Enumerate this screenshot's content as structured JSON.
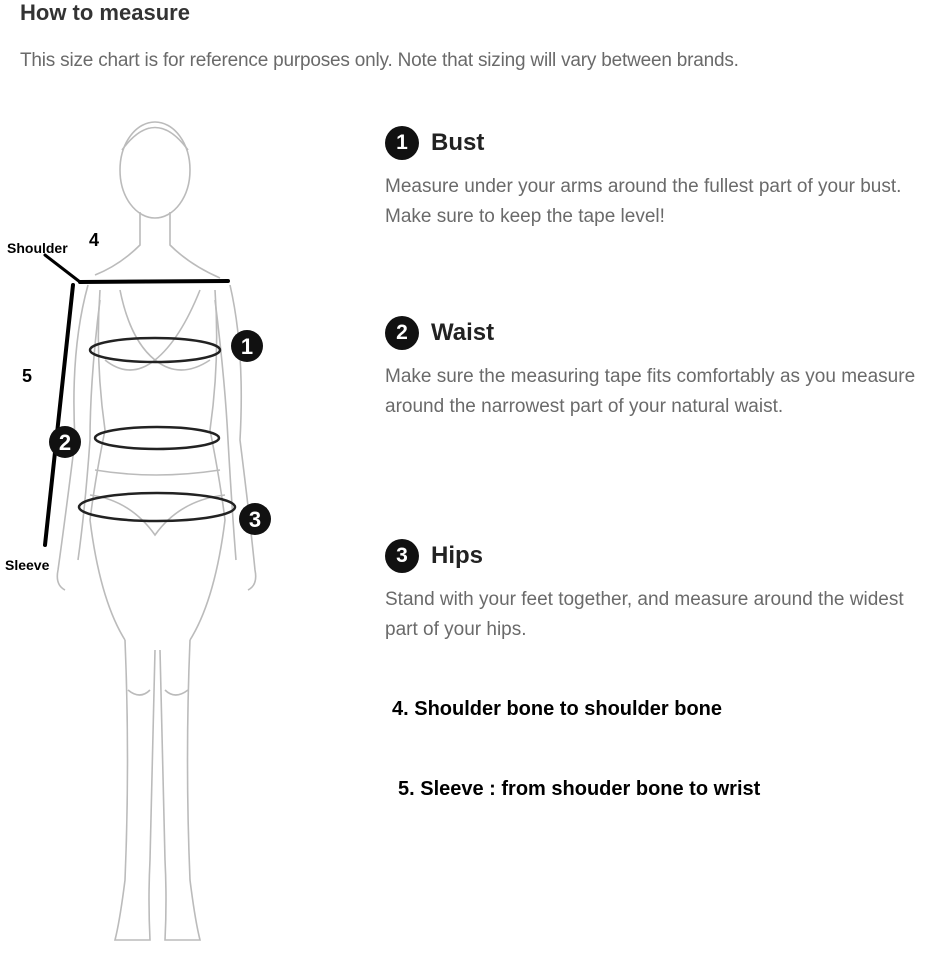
{
  "header": {
    "title": "How to measure",
    "subtitle": "This size chart is for reference purposes only. Note that sizing will vary between brands."
  },
  "diagram": {
    "labels": {
      "shoulder": "Shoulder",
      "sleeve": "Sleeve",
      "four": "4",
      "five": "5"
    },
    "markers": [
      "1",
      "2",
      "3"
    ]
  },
  "steps": [
    {
      "number": "1",
      "title": "Bust",
      "text": "Measure under your arms around the fullest part of your bust. Make sure to keep the tape level!"
    },
    {
      "number": "2",
      "title": "Waist",
      "text": "Make sure the measuring tape fits comfortably as you measure around the narrowest part of your natural waist."
    },
    {
      "number": "3",
      "title": "Hips",
      "text": "Stand with your feet together, and measure around the widest part of your hips."
    }
  ],
  "extra_notes": [
    "4. Shoulder bone to shoulder bone",
    "5. Sleeve : from shouder bone to wrist"
  ]
}
